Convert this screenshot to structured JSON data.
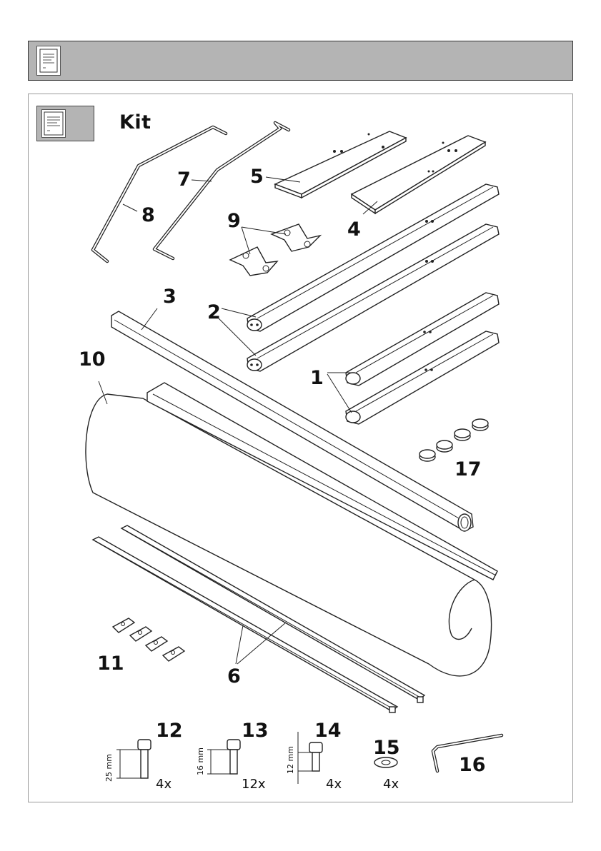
{
  "kit": {
    "title": "Kit"
  },
  "labels": {
    "p1": "1",
    "p2": "2",
    "p3": "3",
    "p4": "4",
    "p5": "5",
    "p6": "6",
    "p7": "7",
    "p8": "8",
    "p9": "9",
    "p10": "10",
    "p11": "11",
    "p12": "12",
    "p13": "13",
    "p14": "14",
    "p15": "15",
    "p16": "16",
    "p17": "17"
  },
  "screws": {
    "s12": {
      "length": "25 mm",
      "qty": "4x"
    },
    "s13": {
      "length": "16 mm",
      "qty": "12x"
    },
    "s14": {
      "length": "12 mm",
      "qty": "4x"
    },
    "s15": {
      "qty": "4x"
    }
  }
}
